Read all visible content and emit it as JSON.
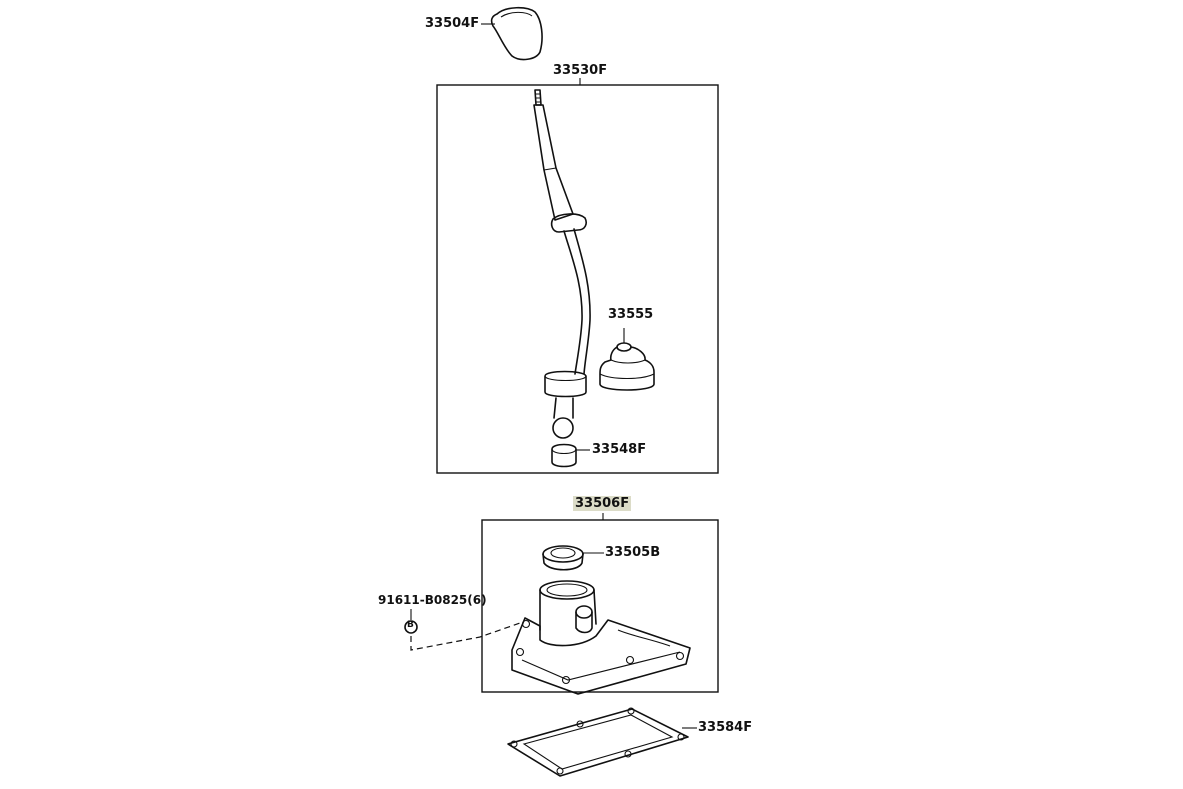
{
  "parts": [
    {
      "id": "knob",
      "number": "33504F"
    },
    {
      "id": "lever",
      "number": "33530F"
    },
    {
      "id": "boot",
      "number": "33555"
    },
    {
      "id": "bushing",
      "number": "33548F"
    },
    {
      "id": "retainer",
      "number": "33506F",
      "highlighted": true
    },
    {
      "id": "seat",
      "number": "33505B"
    },
    {
      "id": "bolt",
      "number": "91611-B0825(6)",
      "symbol": "B"
    },
    {
      "id": "gasket",
      "number": "33584F"
    }
  ]
}
